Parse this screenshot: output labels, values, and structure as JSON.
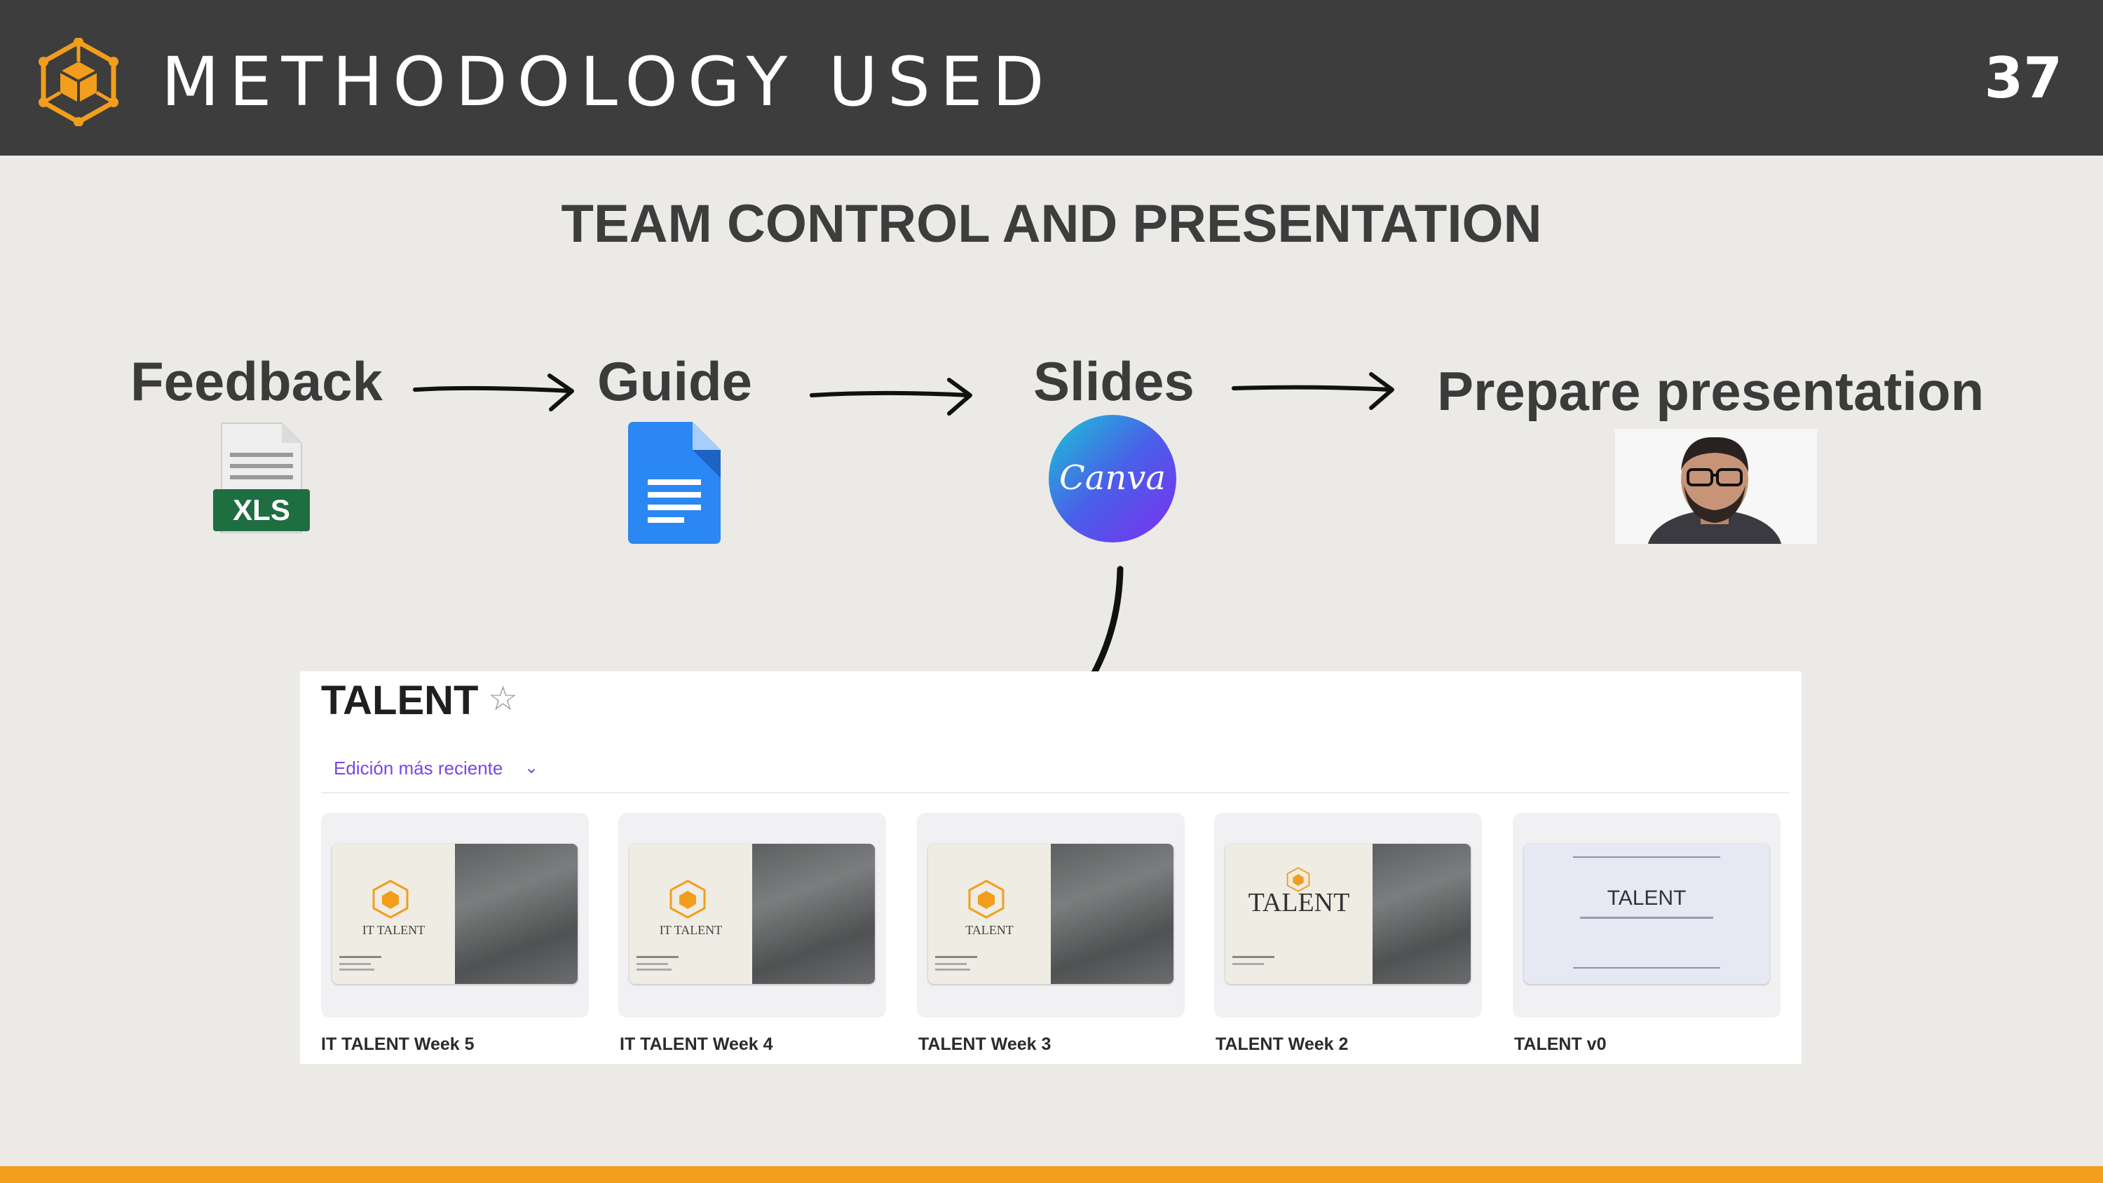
{
  "header": {
    "title": "METHODOLOGY USED",
    "page_number": "37"
  },
  "subtitle": "TEAM CONTROL AND PRESENTATION",
  "steps": [
    {
      "label": "Feedback",
      "icon": "xls-file-icon",
      "icon_text": "XLS"
    },
    {
      "label": "Guide",
      "icon": "google-docs-icon"
    },
    {
      "label": "Slides",
      "icon": "canva-icon",
      "icon_text": "Canva"
    },
    {
      "label": "Prepare presentation",
      "icon": "presenter-photo"
    }
  ],
  "panel": {
    "title": "TALENT",
    "filter_label": "Edición más reciente",
    "cards": [
      {
        "label": "IT TALENT Week 5",
        "thumb_text": "IT TALENT"
      },
      {
        "label": "IT TALENT Week 4",
        "thumb_text": "IT TALENT"
      },
      {
        "label": "TALENT Week 3",
        "thumb_text": "TALENT"
      },
      {
        "label": "TALENT Week 2",
        "thumb_text": "TALENT"
      },
      {
        "label": "TALENT v0",
        "thumb_text": "TALENT"
      }
    ]
  },
  "colors": {
    "header_bg": "#3d3d3d",
    "accent": "#f29e1c",
    "background": "#ebeae6",
    "canva_purple": "#7a45e5"
  }
}
